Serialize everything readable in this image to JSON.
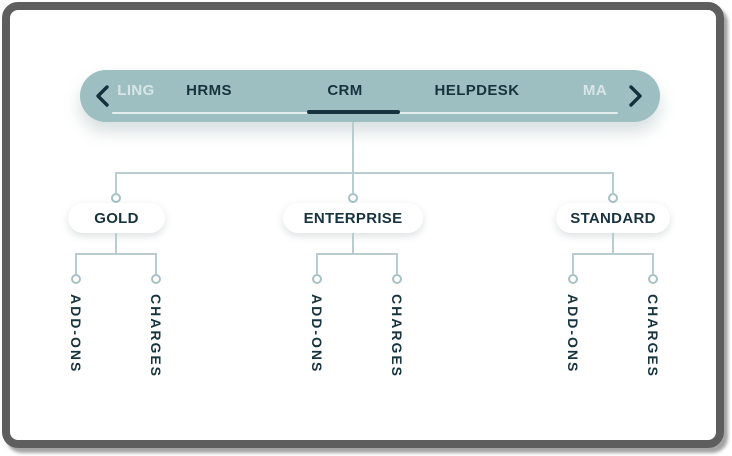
{
  "carousel": {
    "prev_icon": "chevron-left",
    "next_icon": "chevron-right",
    "active_tab": "CRM",
    "tabs": [
      {
        "label": "LING",
        "state": "faded-partial"
      },
      {
        "label": "HRMS",
        "state": "default"
      },
      {
        "label": "CRM",
        "state": "active"
      },
      {
        "label": "HELPDESK",
        "state": "default"
      },
      {
        "label": "MA",
        "state": "faded-partial"
      }
    ]
  },
  "tree": {
    "root_tab": "CRM",
    "plans": [
      {
        "name": "GOLD",
        "children": [
          "ADD-ONS",
          "CHARGES"
        ]
      },
      {
        "name": "ENTERPRISE",
        "children": [
          "ADD-ONS",
          "CHARGES"
        ]
      },
      {
        "name": "STANDARD",
        "children": [
          "ADD-ONS",
          "CHARGES"
        ]
      }
    ]
  },
  "colors": {
    "bar_teal": "#9EBFC2",
    "ink_navy": "#16333E",
    "connector": "#B9CDD0",
    "port_stroke": "#A7C2C7",
    "node_bg": "#FFFFFF",
    "frame": "#5E5E5E"
  }
}
